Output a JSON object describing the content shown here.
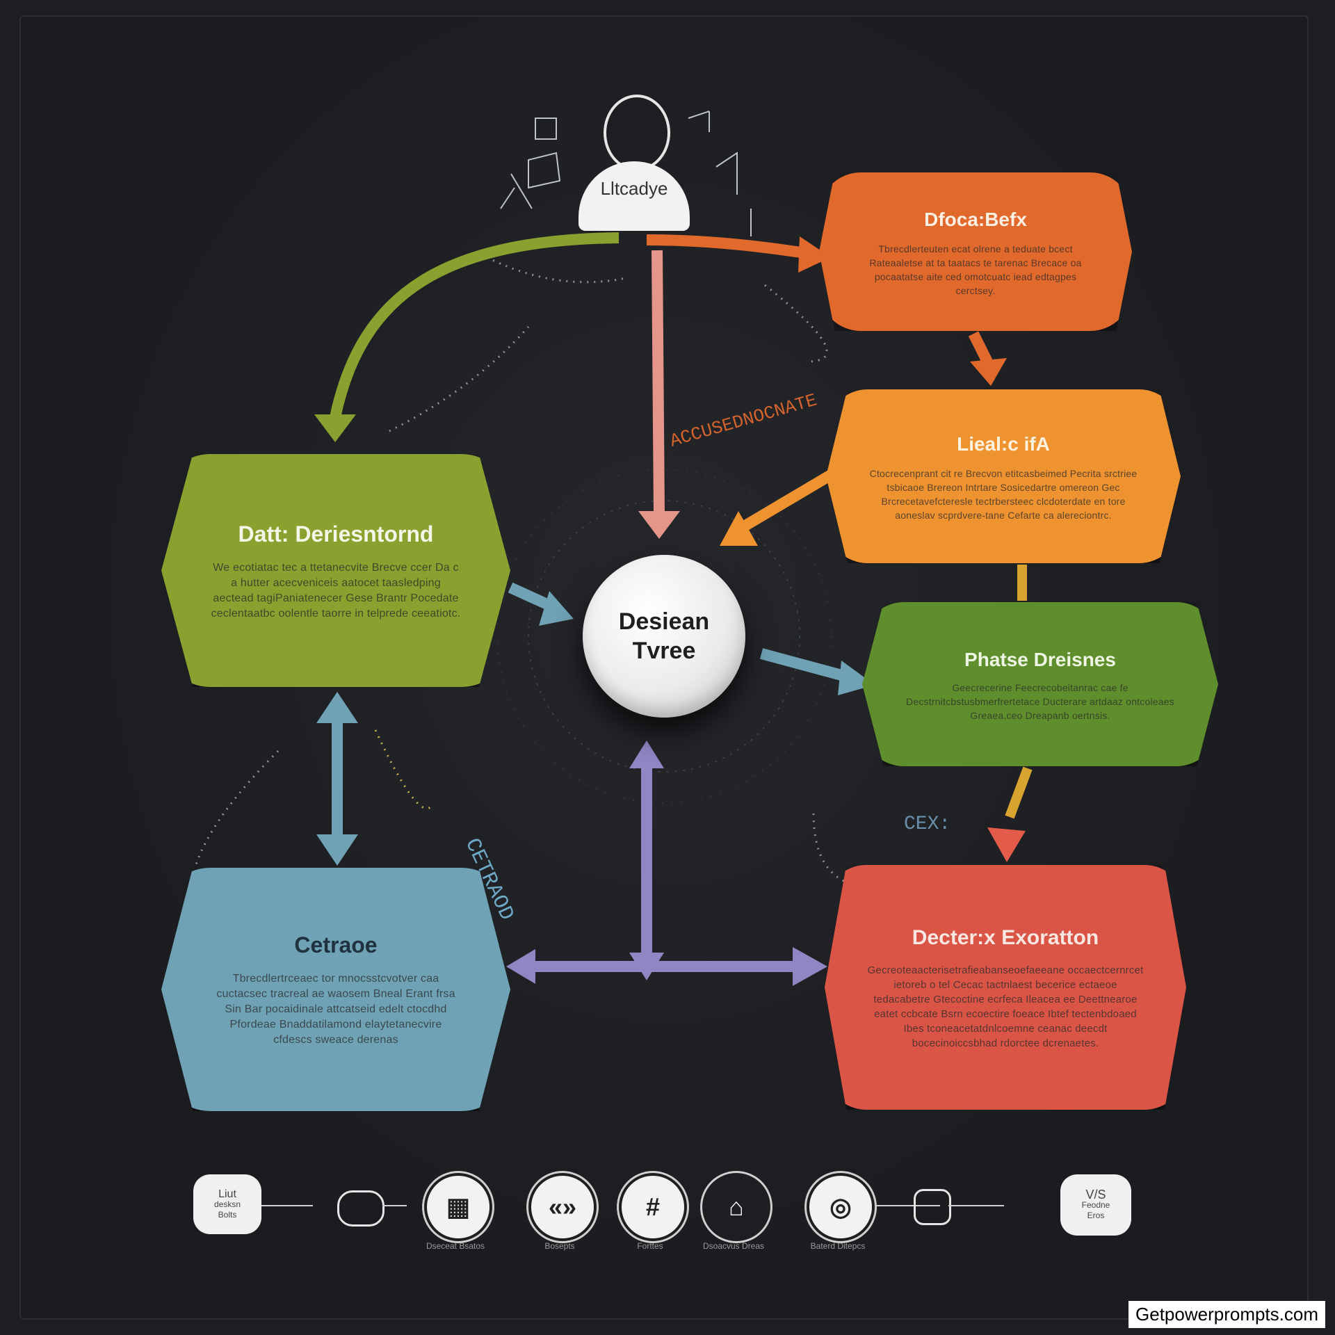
{
  "top_node": {
    "label": "Lltcadye"
  },
  "center": {
    "label": "Desiean Tvree"
  },
  "nodes": {
    "descr": {
      "title": "Datt: Deriesntornd",
      "body": "We ecotiatac tec a ttetanecvite Brecve ccer Da c a hutter acecveniceis aatocet taasledping aectead tagiPaniatenecer Gese Brantr Pocedate ceclentaatbc oolentle taorre in telprede ceeatiotc."
    },
    "cetrace": {
      "title": "Cetraoe",
      "body": "Tbrecdlertrceaec tor mnocsstcvotver caa cuctacsec tracreal ae waosem Bneal Erant frsa Sin Bar pocaidinale attcatseid edelt ctocdhd Pfordeae Bnaddatilamond elaytetanecvire cfdescs sweace derenas"
    },
    "dfoca": {
      "title": "Dfoca:Befx",
      "body": "Tbrecdlerteuten ecat olrene a teduate bcect Rateaaletse at ta taatacs te tarenac Brecace oa pocaatatse aite ced omotcuatc iead edtagpes cerctsey."
    },
    "lieal": {
      "title": "Lieal:c ifA",
      "body": "Ctocrecenprant cit re Brecvon etitcasbeimed Pecrita srctriee tsbicaoe Brereon Intrtare Sosicedartre omereon Gec Brcrecetavefcteresle tectrbersteec clcdoterdate en tore aoneslav scprdvere-tane Cefarte ca alereciontrc."
    },
    "phase": {
      "title": "Phatse Dreisnes",
      "body": "Geecrecerine Feecrecobeitanrac cae fe Decstrnitcbstusbmerfrertetace Ducterare artdaaz ontcoleaes Greaea.ceo Dreapanb oertnsis."
    },
    "decter": {
      "title": "Decter:x Exoratton",
      "body": "Gecreoteaacterisetrafieabanseoefaeeane occaectcernrcet ietoreb o tel Cecac tactnlaest becerice ectaeoe tedacabetre Gtecoctine ecrfeca Ileacea ee Deettnearoe eatet ccbcate Bsrn ecoectire foeace Ibtef tectenbdoaed Ibes tconeacetatdnlcoemne ceanac deecdt bocecinoiccsbhad rdorctee dcrenaetes."
    }
  },
  "chalk": {
    "top": "ACCUSEDNOCNATE",
    "left": "CETRAOD",
    "right": "CEX:"
  },
  "footer": {
    "left_bubble": [
      "Liut",
      "desksn",
      "Bolts"
    ],
    "right_bubble": [
      "V/S",
      "Feodne",
      "Eros"
    ],
    "items": [
      {
        "icon": "table-icon",
        "caption": "Dseceat Bsatos"
      },
      {
        "icon": "chevrons-icon",
        "caption": "Bosepts"
      },
      {
        "icon": "grid-icon",
        "caption": "Forttes"
      },
      {
        "icon": "tree-icon",
        "caption": "Dsoacvus Dreas"
      },
      {
        "icon": "target-icon",
        "caption": "Baterd Ditepcs"
      }
    ]
  },
  "watermark": "Getpowerprompts.com",
  "colors": {
    "background": "#1d1e21",
    "green": "#8aa12f",
    "blue": "#6ea2b4",
    "orange": "#e2692c",
    "amber": "#ef9331",
    "darkgreen": "#5f8f2c",
    "red": "#db5547"
  }
}
